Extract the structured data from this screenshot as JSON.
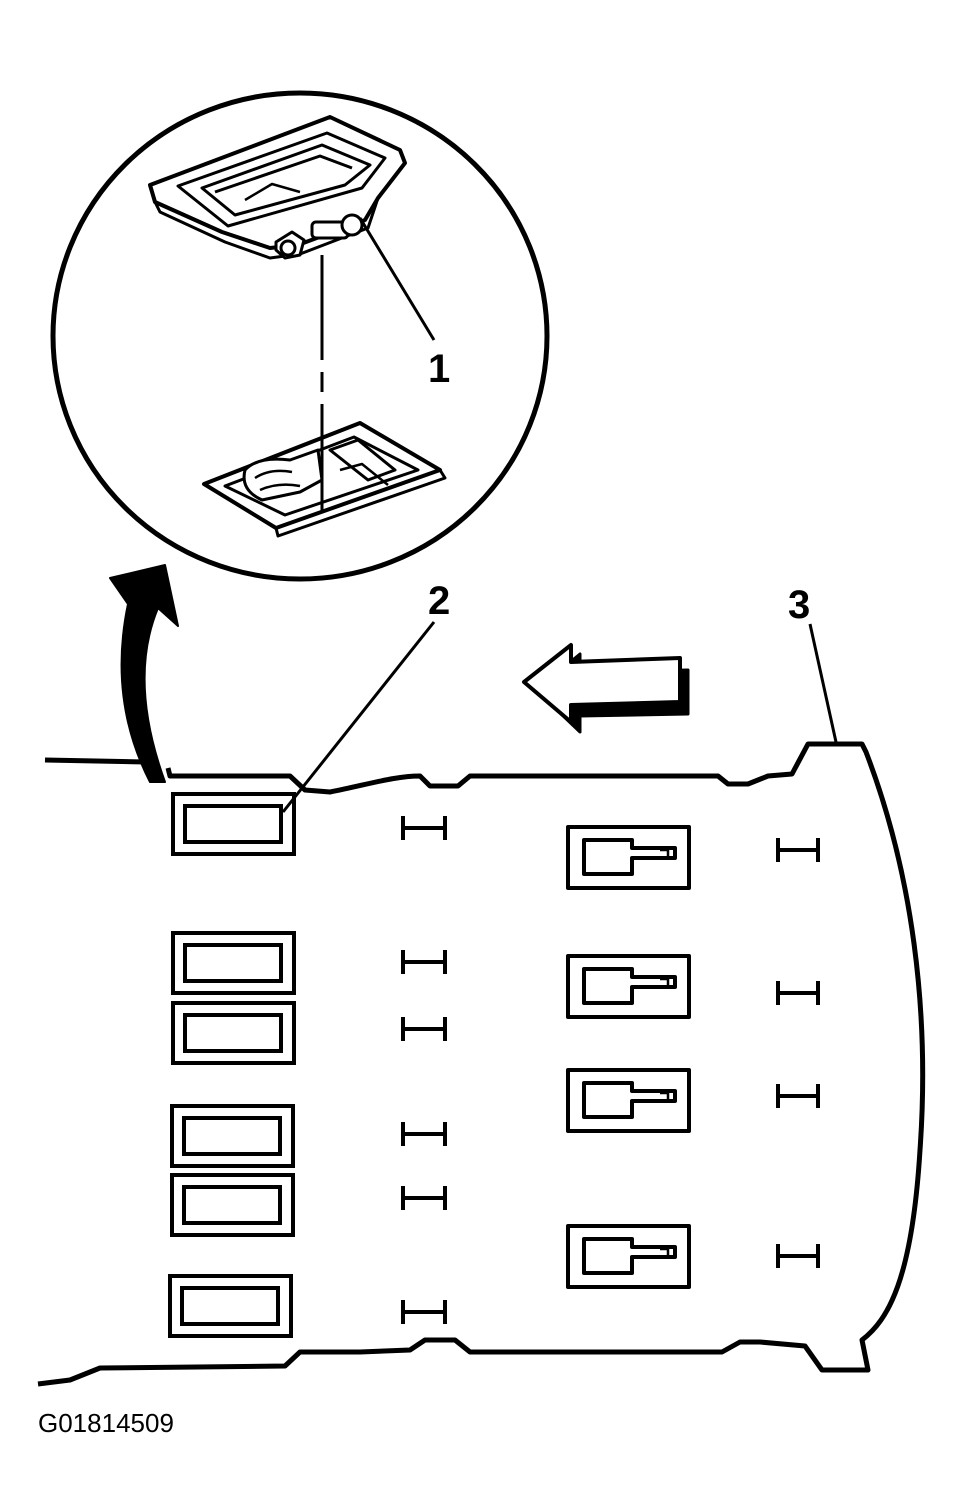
{
  "diagram": {
    "callouts": {
      "c1": "1",
      "c2": "2",
      "c3": "3"
    },
    "figure_id": "G01814509",
    "colors": {
      "ink": "#000000",
      "paper": "#ffffff"
    }
  }
}
